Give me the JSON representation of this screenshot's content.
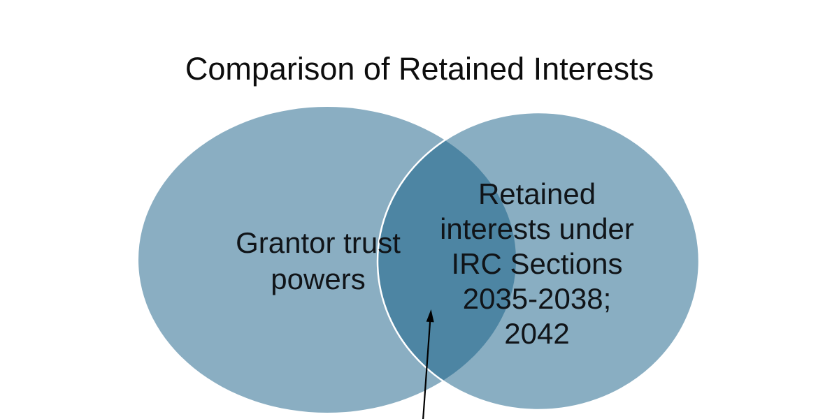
{
  "title": "Comparison of Retained Interests",
  "diagram": {
    "type": "venn",
    "left_circle": {
      "label": "Grantor trust powers",
      "label_lines": [
        "Grantor trust",
        "powers"
      ]
    },
    "right_circle": {
      "label": "Retained interests under IRC Sections 2035-2038; 2042",
      "label_lines": [
        "Retained",
        "interests under",
        "IRC Sections",
        "2035-2038;",
        "2042"
      ]
    }
  },
  "colors": {
    "background": "#ffffff",
    "circle_fill": "#8AAEC2",
    "overlap_fill": "#4E809E",
    "right_circle_translucent_fill": "rgba(15,89,130,0.49)",
    "right_circle_outline": "#ffffff",
    "text": "#0d0d0d",
    "arrow": "#000000"
  }
}
